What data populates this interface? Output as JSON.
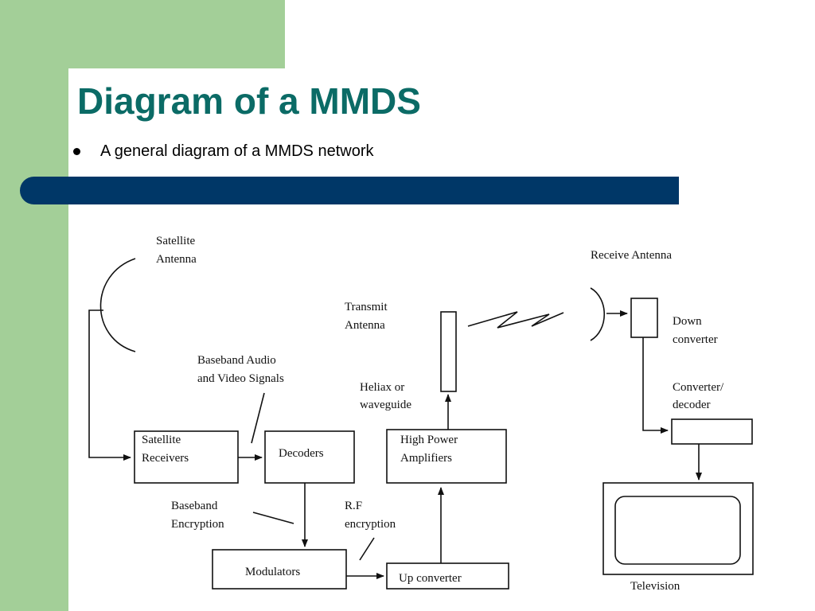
{
  "slide": {
    "title": "Diagram of a MMDS",
    "bullet": "A general diagram of a MMDS network"
  },
  "colors": {
    "accent_green": "#a3cf98",
    "title_teal": "#0b6b66",
    "bar_navy": "#003767"
  },
  "diagram": {
    "satellite_antenna": [
      "Satellite",
      "Antenna"
    ],
    "baseband_signals": [
      "Baseband  Audio",
      "and Video  Signals"
    ],
    "satellite_receivers": [
      "Satellite",
      "Receivers"
    ],
    "decoders": "Decoders",
    "baseband_encryption": [
      "Baseband",
      "Encryption"
    ],
    "modulators": "Modulators",
    "rf_encryption": [
      "R.F",
      "encryption"
    ],
    "up_converter": "Up  converter",
    "high_power_amplifiers": [
      "High  Power",
      "Amplifiers"
    ],
    "heliax": [
      "Heliax  or",
      "waveguide"
    ],
    "transmit_antenna": [
      "Transmit",
      "Antenna"
    ],
    "receive_antenna": "Receive  Antenna",
    "down_converter": [
      "Down",
      "converter"
    ],
    "converter_decoder": [
      "Converter/",
      "decoder"
    ],
    "television": "Television"
  }
}
